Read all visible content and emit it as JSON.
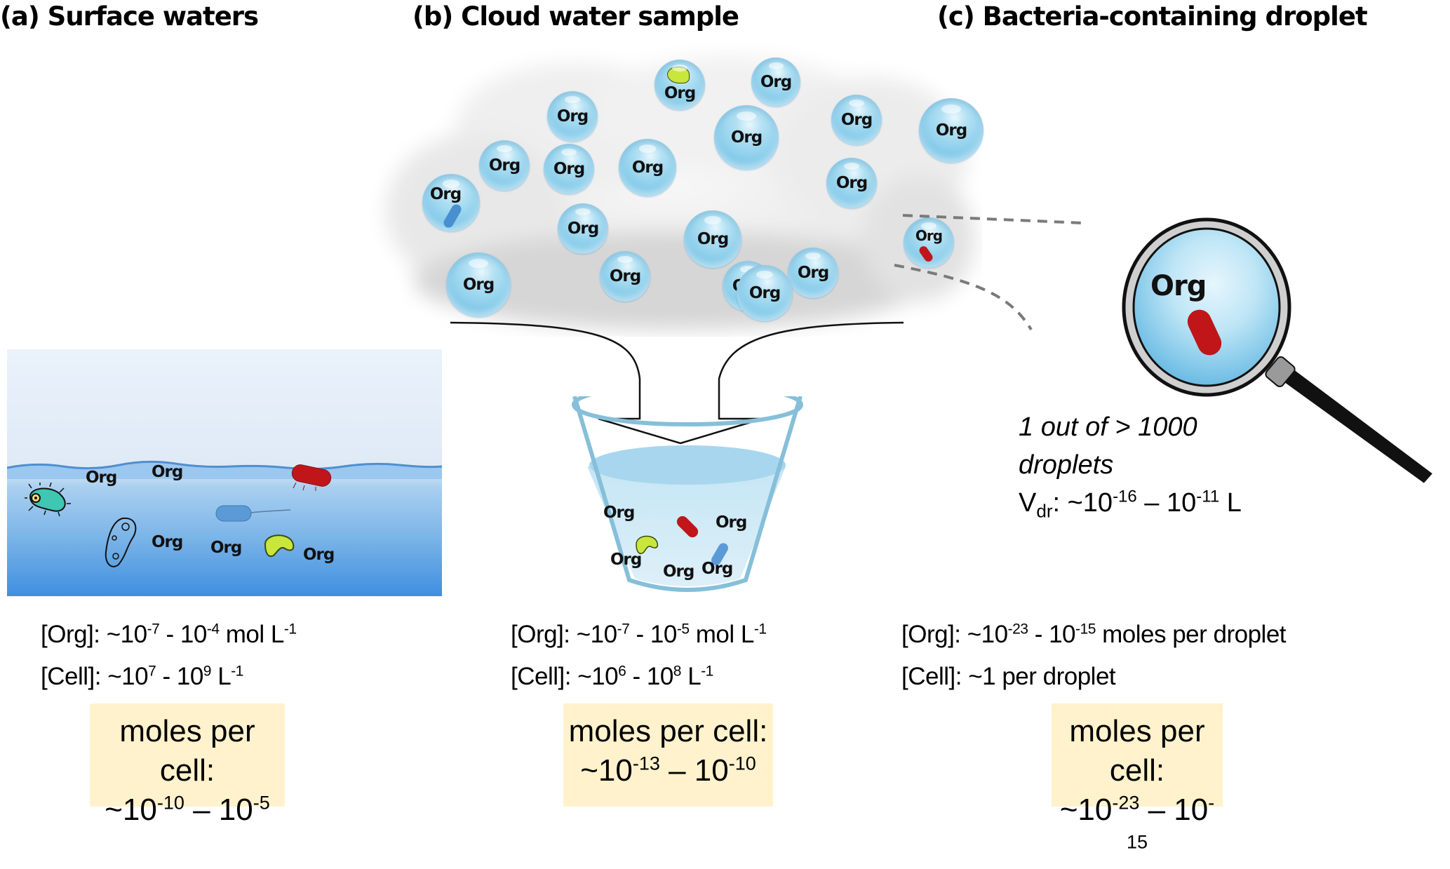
{
  "panels": {
    "a": {
      "title": "(a) Surface waters",
      "org_labels": [
        "Org",
        "Org",
        "Org",
        "Org",
        "Org"
      ],
      "org_conc": {
        "prefix": "[Org]:  ~10",
        "exp1": "-7",
        "mid": " - 10",
        "exp2": "-4",
        "suffix": " mol L",
        "exp3": "-1"
      },
      "cell_conc": {
        "prefix": "[Cell]: ~10",
        "exp1": "7",
        "mid": " - 10",
        "exp2": "9",
        "suffix": " L",
        "exp3": "-1"
      },
      "moles_per_cell": {
        "label": "moles per cell:",
        "prefix": "~10",
        "exp1": "-10",
        "mid": " – 10",
        "exp2": "-5"
      }
    },
    "b": {
      "title": "(b) Cloud water sample",
      "droplet_label": "Org",
      "cup_org_labels": [
        "Org",
        "Org",
        "Org",
        "Org",
        "Org"
      ],
      "org_conc": {
        "prefix": "[Org]:  ~10",
        "exp1": "-7",
        "mid": " - 10",
        "exp2": "-5",
        "suffix": " mol L",
        "exp3": "-1"
      },
      "cell_conc": {
        "prefix": "[Cell]: ~10",
        "exp1": "6",
        "mid": " - 10",
        "exp2": "8",
        "suffix": " L",
        "exp3": "-1"
      },
      "moles_per_cell": {
        "label": "moles per cell:",
        "prefix": "~10",
        "exp1": "-13",
        "mid": " – 10",
        "exp2": "-10"
      }
    },
    "c": {
      "title": "(c) Bacteria-containing droplet",
      "magnified_label": "Org",
      "note_line1": "1 out of > 1000",
      "note_line2": "droplets",
      "volume": {
        "prefix": "V",
        "sub": "dr",
        "mid": ": ~10",
        "exp1": "-16",
        "mid2": " – 10",
        "exp2": "-11",
        "suffix": " L"
      },
      "org_conc": {
        "prefix": "[Org]:  ~10",
        "exp1": "-23",
        "mid": " - 10",
        "exp2": "-15",
        "suffix": " moles per droplet"
      },
      "cell_conc": {
        "text": "[Cell]: ~1 per droplet"
      },
      "moles_per_cell": {
        "label": "moles per cell:",
        "prefix": "~10",
        "exp1": "-23",
        "mid": " – 10",
        "exp2": "-15"
      }
    }
  },
  "icons": {
    "droplet": "water-droplet-icon",
    "bacterium_red": "red-rod-bacterium-icon",
    "bacterium_blue": "blue-flagellated-bacterium-icon",
    "mitochondrion": "green-kidney-microbe-icon",
    "protozoan": "paramecium-icon",
    "cloud": "cloud-icon",
    "cup": "sample-cup-icon",
    "magnifier": "magnifying-glass-icon"
  },
  "colors": {
    "highlight_box": "#fff2cc",
    "droplet": "#8fd0ec",
    "bacterium_red": "#c0161a",
    "bacterium_blue": "#4a8fd0",
    "microbe_green": "#c8e63c",
    "water_deep": "#3f8fe0",
    "cloud": "#e6e6e6"
  }
}
